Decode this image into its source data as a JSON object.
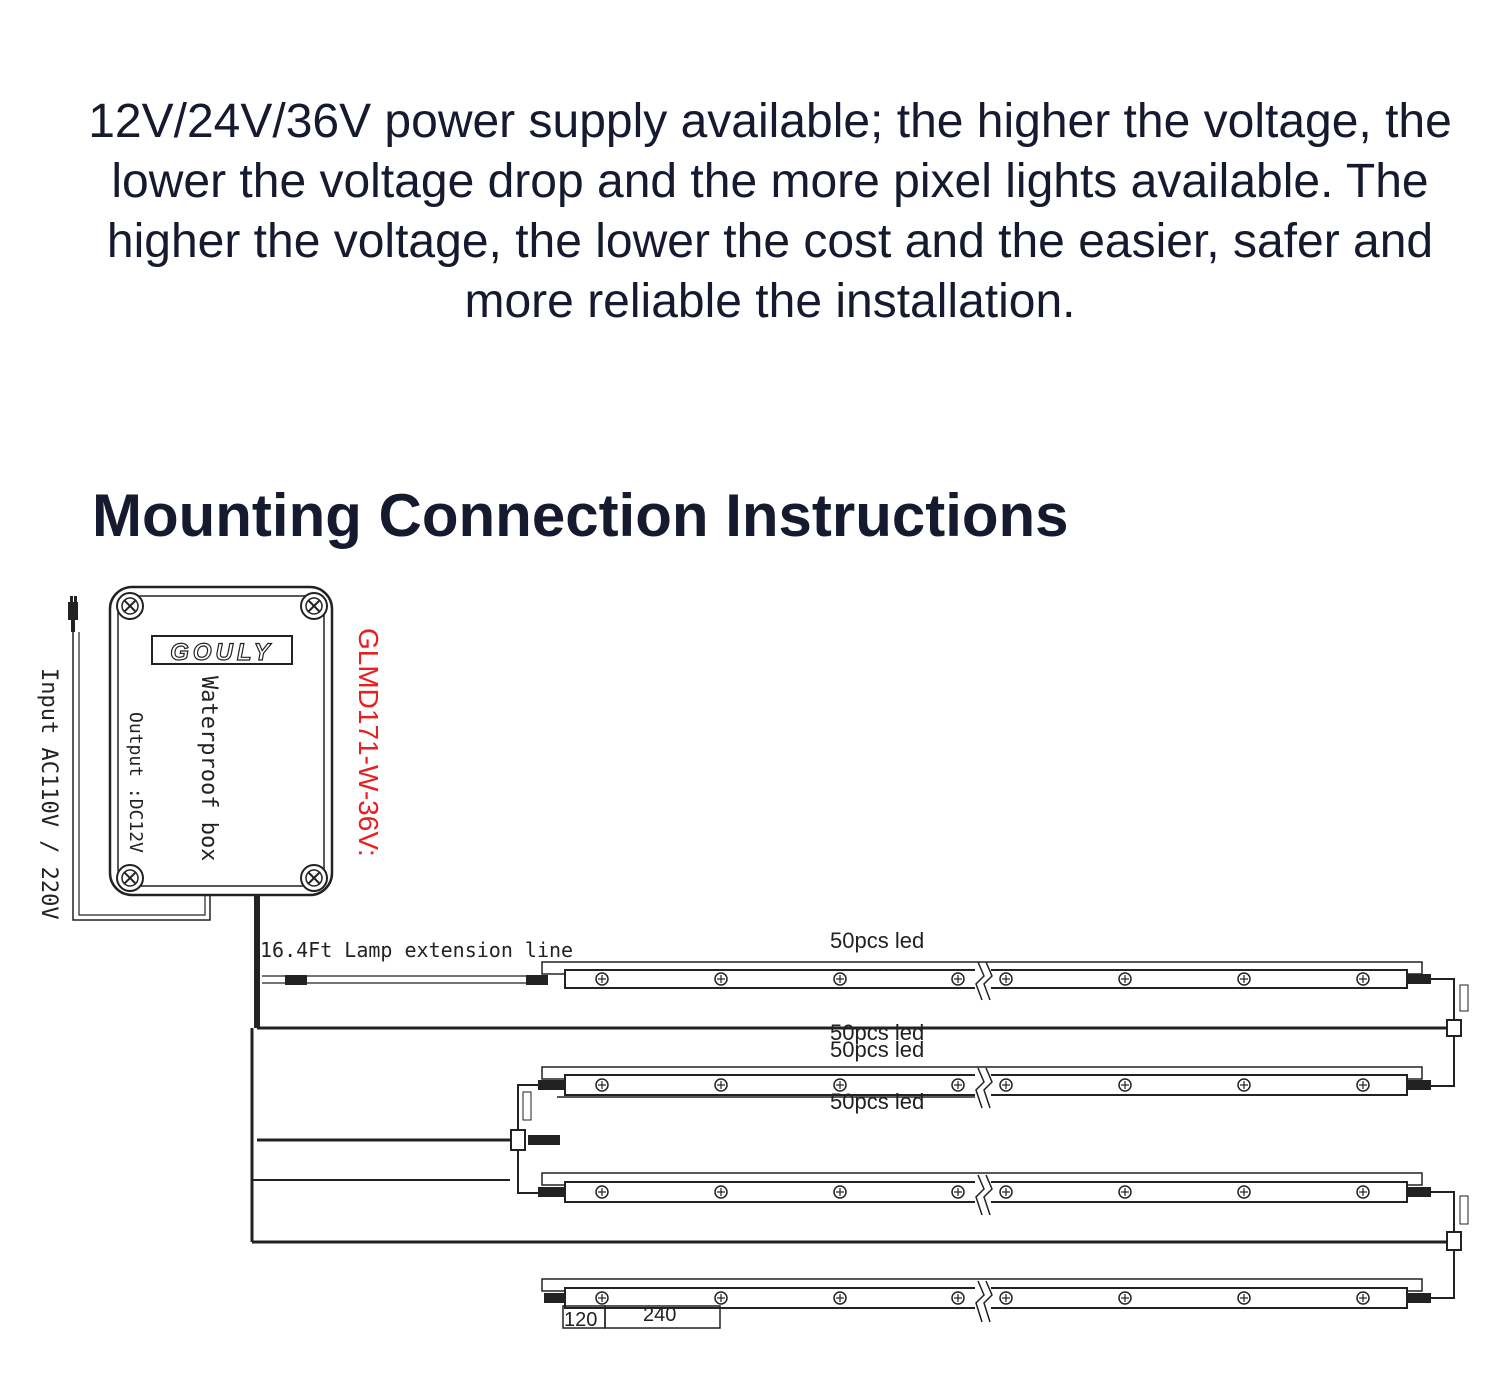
{
  "intro": "12V/24V/36V power supply available; the higher the voltage, the lower the voltage drop and the more pixel lights available. The higher the voltage, the lower the cost and the easier, safer and more reliable the installation.",
  "heading": "Mounting Connection Instructions",
  "diagram": {
    "brand": "GOULY",
    "box_label": "Waterproof box",
    "output_label": "Output :DC12V",
    "input_label": "Input AC110V / 220V",
    "model_label": "GLMD171-W-36V:",
    "extension_label": "16.4Ft Lamp extension line",
    "led_labels": [
      "50pcs led",
      "50pcs led",
      "50pcs led",
      "50pcs led"
    ],
    "dim_small": "120",
    "dim_large": "240"
  },
  "colors": {
    "text": "#151a2e",
    "model": "#e8201f",
    "line": "#1a1a1a"
  }
}
